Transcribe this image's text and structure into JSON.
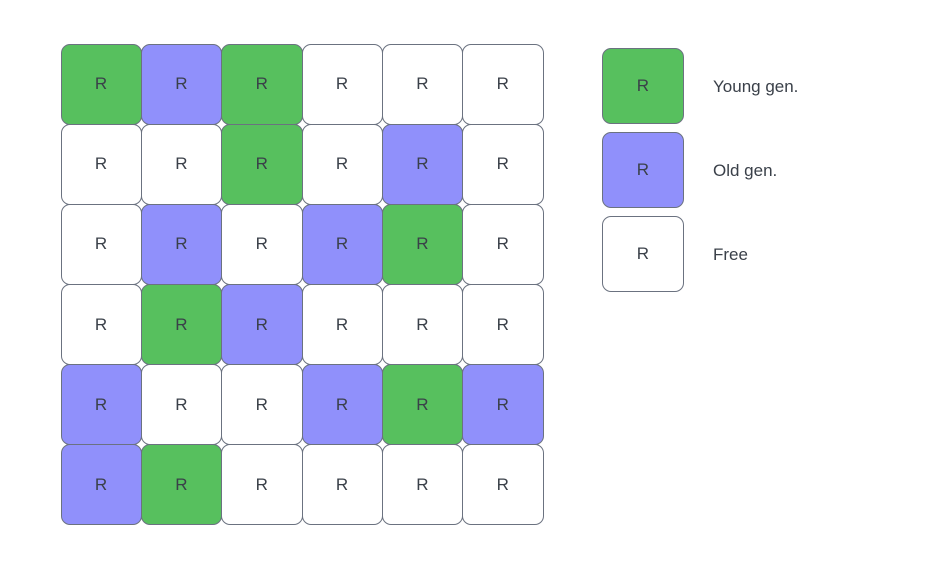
{
  "grid": {
    "rows": 6,
    "cols": 6,
    "cell_label": "R",
    "states": [
      [
        "young",
        "old",
        "young",
        "free",
        "free",
        "free"
      ],
      [
        "free",
        "free",
        "young",
        "free",
        "old",
        "free"
      ],
      [
        "free",
        "old",
        "free",
        "old",
        "young",
        "free"
      ],
      [
        "free",
        "young",
        "old",
        "free",
        "free",
        "free"
      ],
      [
        "old",
        "free",
        "free",
        "old",
        "young",
        "old"
      ],
      [
        "old",
        "young",
        "free",
        "free",
        "free",
        "free"
      ]
    ]
  },
  "legend": {
    "items": [
      {
        "state": "young",
        "swatch_label": "R",
        "text": "Young gen.",
        "color": "#57c05e"
      },
      {
        "state": "old",
        "swatch_label": "R",
        "text": "Old gen.",
        "color": "#9090fb"
      },
      {
        "state": "free",
        "swatch_label": "R",
        "text": "Free",
        "color": "#ffffff"
      }
    ]
  },
  "colors": {
    "young": "#57c05e",
    "old": "#9090fb",
    "free": "#ffffff",
    "border": "#6b7280",
    "text": "#3a4049",
    "background": "#ffffff"
  }
}
